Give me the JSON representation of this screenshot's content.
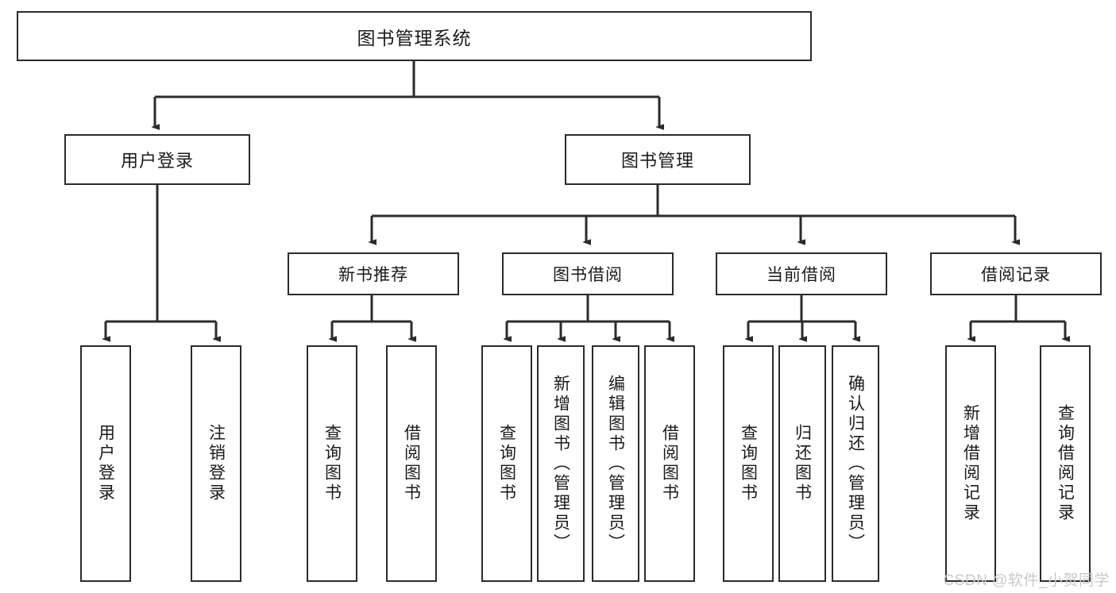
{
  "diagram": {
    "type": "tree-hierarchy",
    "title": "图书管理系统",
    "watermark": "CSDN @软件_小贺同学",
    "colors": {
      "box_border": "#2b2b2b",
      "box_fill": "#ffffff",
      "edge": "#2b2b2b",
      "text": "#1a1a1a",
      "watermark": "#c9c9c9",
      "background": "#ffffff"
    },
    "nodes": {
      "root": {
        "label": "图书管理系统"
      },
      "level1": [
        {
          "id": "user-login",
          "label": "用户登录"
        },
        {
          "id": "book-manage",
          "label": "图书管理"
        }
      ],
      "level2": [
        {
          "id": "new-book-recommend",
          "label": "新书推荐"
        },
        {
          "id": "book-borrow",
          "label": "图书借阅"
        },
        {
          "id": "current-borrow",
          "label": "当前借阅"
        },
        {
          "id": "borrow-record",
          "label": "借阅记录"
        }
      ],
      "leaves": {
        "user_login": [
          {
            "id": "leaf-user-login",
            "label": "用户登录"
          },
          {
            "id": "leaf-logout-login",
            "label": "注销登录"
          }
        ],
        "new_book_recommend": [
          {
            "id": "leaf-query-book-1",
            "label": "查询图书"
          },
          {
            "id": "leaf-borrow-book-1",
            "label": "借阅图书"
          }
        ],
        "book_borrow": [
          {
            "id": "leaf-query-book-2",
            "label": "查询图书"
          },
          {
            "id": "leaf-add-book",
            "label": "新增图书（管理员）"
          },
          {
            "id": "leaf-edit-book",
            "label": "编辑图书（管理员）"
          },
          {
            "id": "leaf-borrow-book-2",
            "label": "借阅图书"
          }
        ],
        "current_borrow": [
          {
            "id": "leaf-query-book-3",
            "label": "查询图书"
          },
          {
            "id": "leaf-return-book",
            "label": "归还图书"
          },
          {
            "id": "leaf-confirm-return",
            "label": "确认归还（管理员）"
          }
        ],
        "borrow_record": [
          {
            "id": "leaf-add-borrow-record",
            "label": "新增借阅记录"
          },
          {
            "id": "leaf-query-borrow-record",
            "label": "查询借阅记录"
          }
        ]
      }
    }
  }
}
